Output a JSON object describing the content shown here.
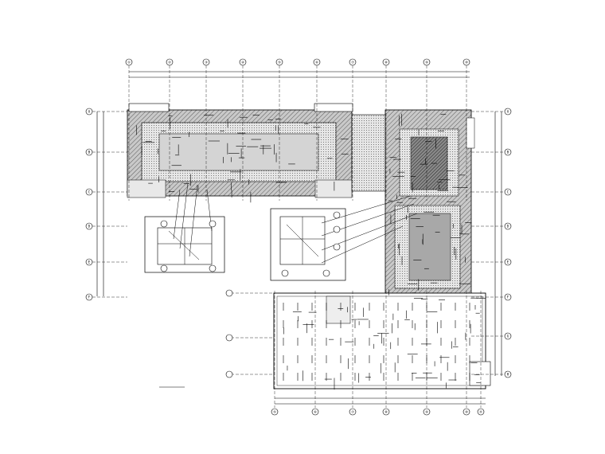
{
  "drawing": {
    "axis_labels_top": [
      "①",
      "②",
      "③",
      "④",
      "⑤",
      "⑥",
      "⑦",
      "⑧",
      "⑨",
      "⑩"
    ],
    "axis_labels_bottom": [
      "⑤",
      "⑥",
      "⑦",
      "⑧",
      "⑨",
      "⑩",
      "⑪"
    ],
    "axis_labels_left": [
      "A",
      "B",
      "C",
      "D",
      "E",
      "F"
    ],
    "axis_labels_right": [
      "A",
      "B",
      "C",
      "D",
      "E",
      "F",
      "G",
      "H"
    ],
    "drawing_title": "",
    "scale_note": "",
    "detail_note_1": "",
    "detail_note_2": ""
  },
  "colors": {
    "line": "#000000",
    "hatch_fill": "#b8b8b8",
    "background": "#ffffff"
  }
}
